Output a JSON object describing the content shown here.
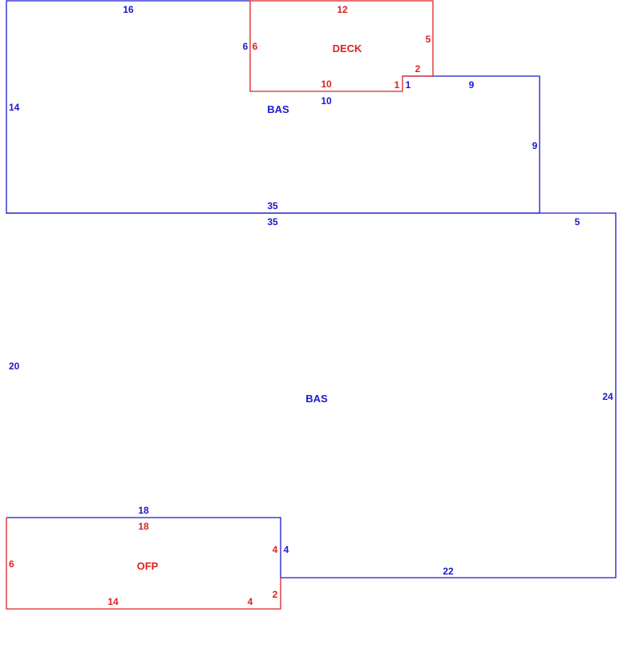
{
  "colors": {
    "living": "#1a1acc",
    "exterior": "#dd2222"
  },
  "areas": {
    "upper_bas": "BAS",
    "main_bas": "BAS",
    "deck": "DECK",
    "porch": "OFP"
  },
  "dims": {
    "upper_top": "16",
    "upper_left": "14",
    "upper_deck_side": "6",
    "upper_under_deck": "10",
    "upper_step": "1",
    "upper_right_top": "9",
    "upper_right_side": "9",
    "upper_bottom": "35",
    "deck_top": "12",
    "deck_left": "6",
    "deck_right": "5",
    "deck_step": "2",
    "deck_bottom": "10",
    "deck_step_drop": "1",
    "main_top": "35",
    "main_top_right": "5",
    "main_left": "20",
    "main_right": "24",
    "main_bottom": "22",
    "main_porch_top": "18",
    "main_porch_side": "4",
    "porch_top": "18",
    "porch_left": "6",
    "porch_right": "4",
    "porch_bottom_left": "14",
    "porch_bottom_right": "4",
    "porch_step": "2"
  }
}
